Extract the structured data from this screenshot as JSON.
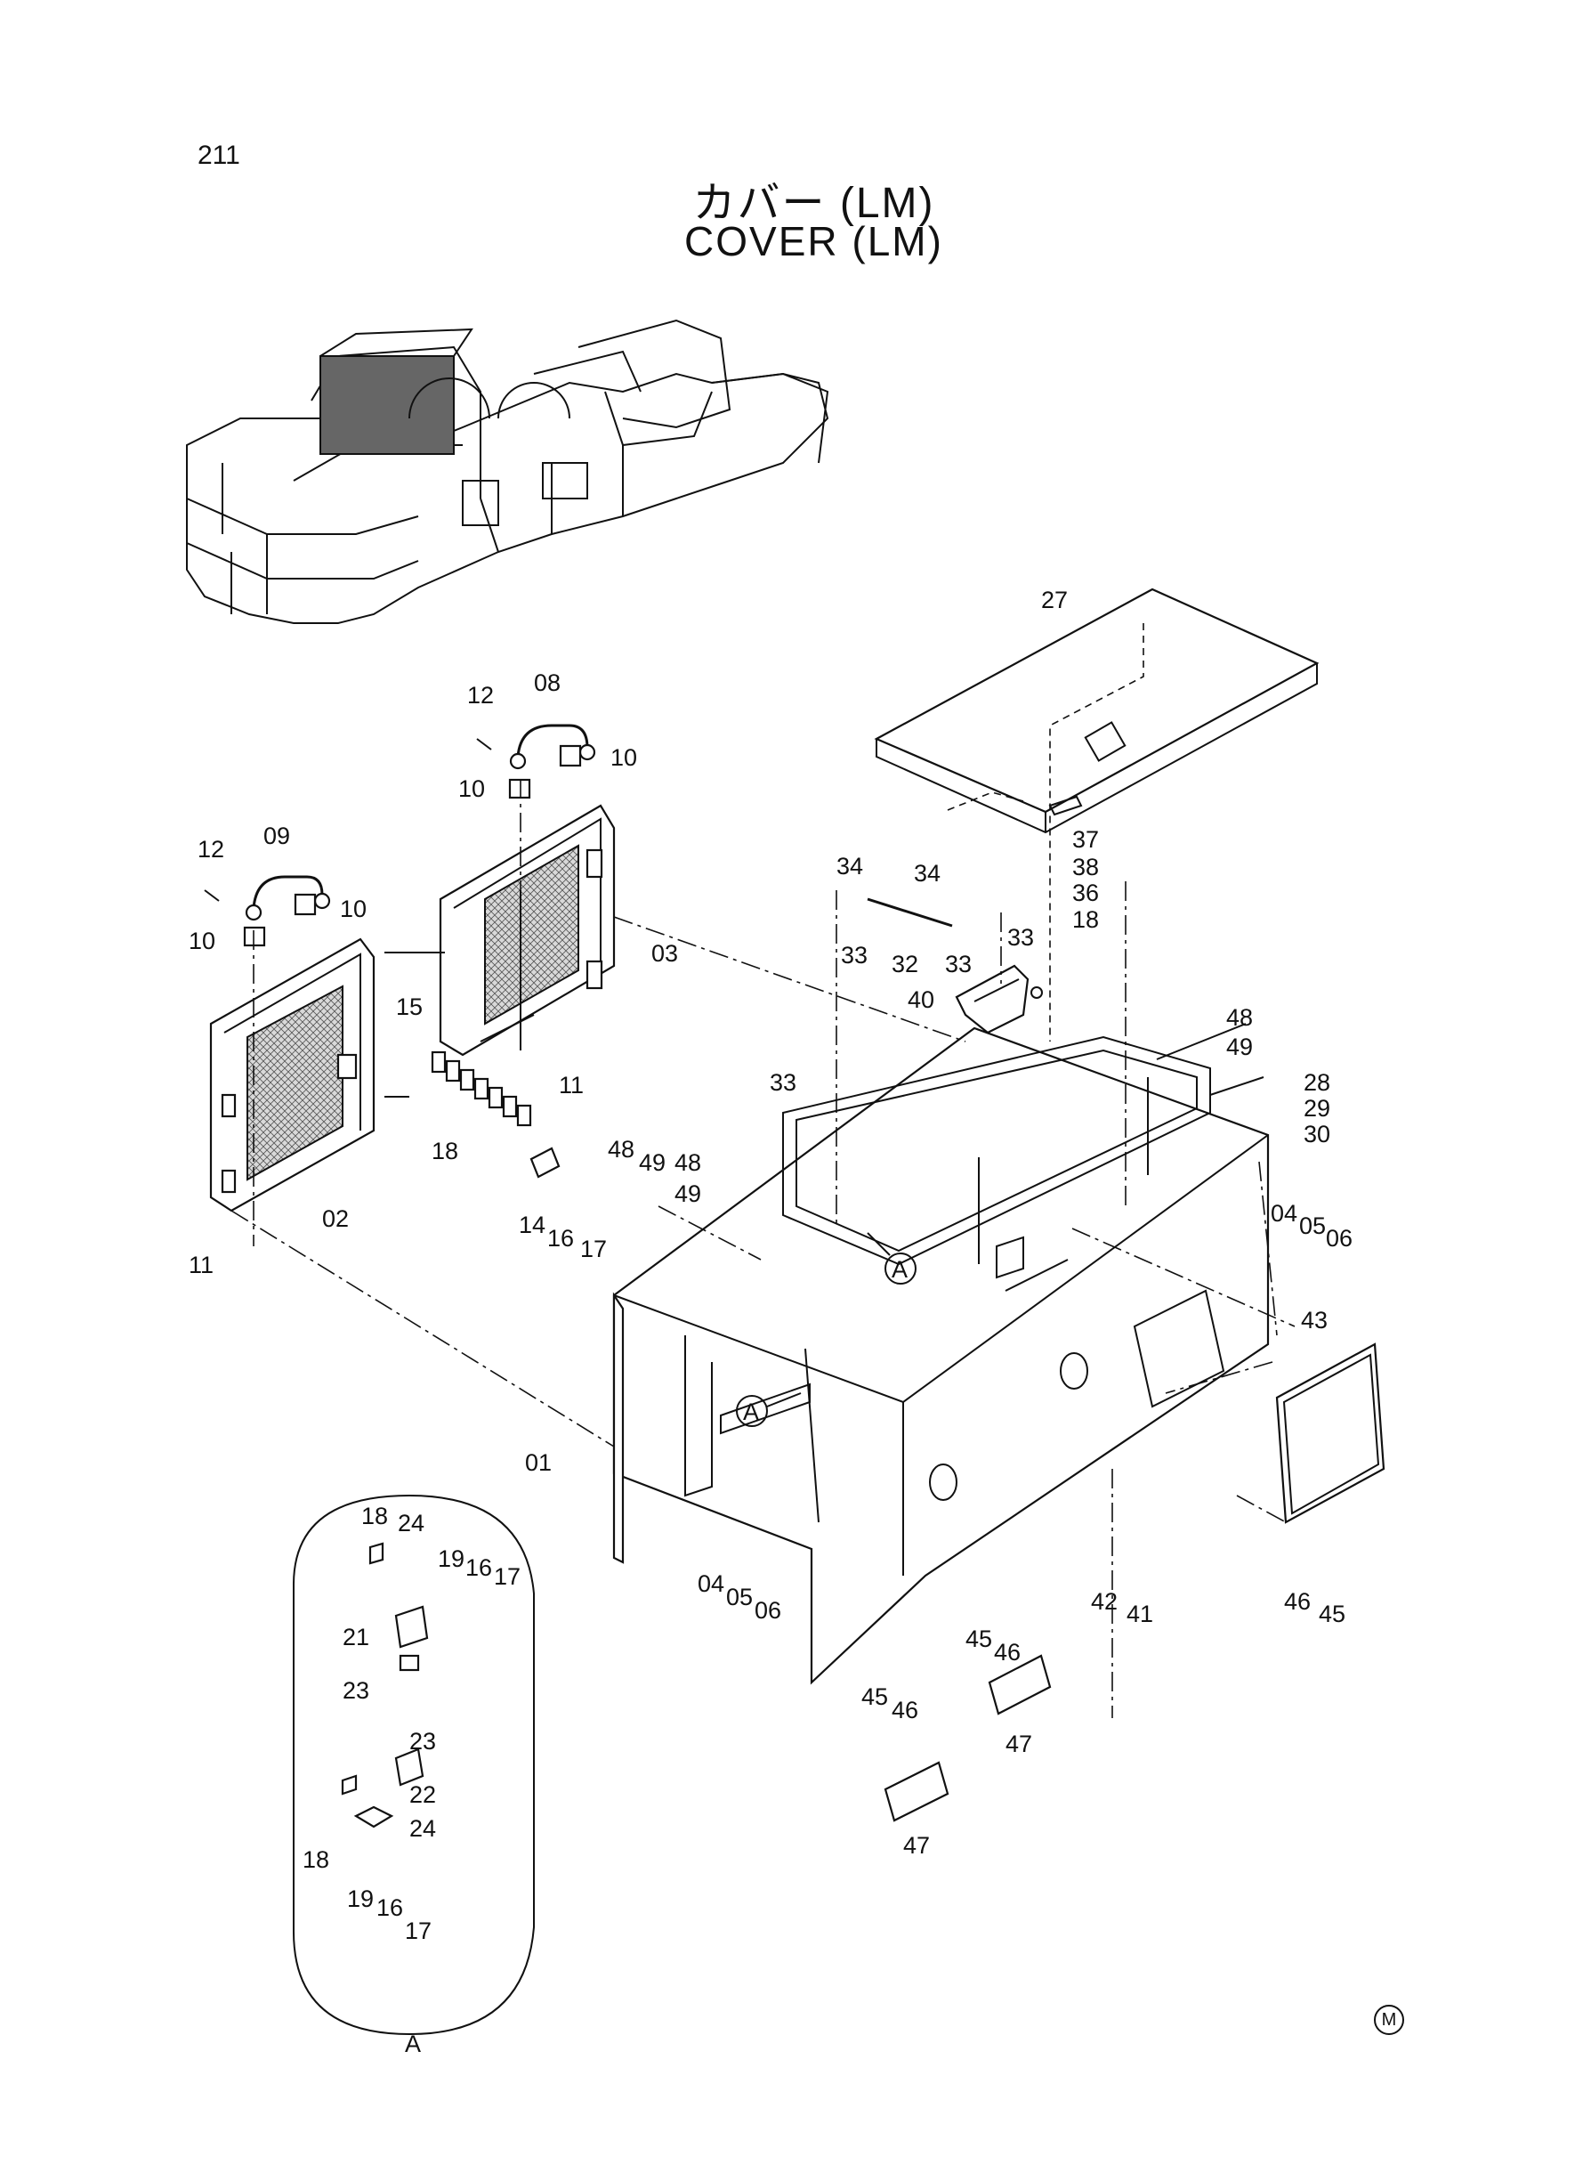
{
  "page_number": "211",
  "title_jp": "カバー (LM)",
  "title_en": "COVER (LM)",
  "corner_mark": "M",
  "detail": {
    "callout": "A",
    "detail_label": "A"
  },
  "parts": [
    {
      "id": "p27",
      "num": "27"
    },
    {
      "id": "p12a",
      "num": "12"
    },
    {
      "id": "p08",
      "num": "08"
    },
    {
      "id": "p10a",
      "num": "10"
    },
    {
      "id": "p10b",
      "num": "10"
    },
    {
      "id": "p12b",
      "num": "12"
    },
    {
      "id": "p09",
      "num": "09"
    },
    {
      "id": "p10c",
      "num": "10"
    },
    {
      "id": "p10d",
      "num": "10"
    },
    {
      "id": "p03",
      "num": "03"
    },
    {
      "id": "p15",
      "num": "15"
    },
    {
      "id": "p11a",
      "num": "11"
    },
    {
      "id": "p18a",
      "num": "18"
    },
    {
      "id": "p02",
      "num": "02"
    },
    {
      "id": "p11b",
      "num": "11"
    },
    {
      "id": "p14",
      "num": "14"
    },
    {
      "id": "p16a",
      "num": "16"
    },
    {
      "id": "p17a",
      "num": "17"
    },
    {
      "id": "p34a",
      "num": "34"
    },
    {
      "id": "p34b",
      "num": "34"
    },
    {
      "id": "p33a",
      "num": "33"
    },
    {
      "id": "p32",
      "num": "32"
    },
    {
      "id": "p33b",
      "num": "33"
    },
    {
      "id": "p33c",
      "num": "33"
    },
    {
      "id": "p37",
      "num": "37"
    },
    {
      "id": "p38",
      "num": "38"
    },
    {
      "id": "p36",
      "num": "36"
    },
    {
      "id": "p18b",
      "num": "18"
    },
    {
      "id": "p40",
      "num": "40"
    },
    {
      "id": "p48a",
      "num": "48"
    },
    {
      "id": "p49a",
      "num": "49"
    },
    {
      "id": "p28",
      "num": "28"
    },
    {
      "id": "p29",
      "num": "29"
    },
    {
      "id": "p30",
      "num": "30"
    },
    {
      "id": "p33d",
      "num": "33"
    },
    {
      "id": "p48b",
      "num": "48"
    },
    {
      "id": "p49b",
      "num": "49"
    },
    {
      "id": "p48c",
      "num": "48"
    },
    {
      "id": "p49c",
      "num": "49"
    },
    {
      "id": "p04a",
      "num": "04"
    },
    {
      "id": "p05a",
      "num": "05"
    },
    {
      "id": "p06a",
      "num": "06"
    },
    {
      "id": "p43",
      "num": "43"
    },
    {
      "id": "p01",
      "num": "01"
    },
    {
      "id": "p04b",
      "num": "04"
    },
    {
      "id": "p05b",
      "num": "05"
    },
    {
      "id": "p06b",
      "num": "06"
    },
    {
      "id": "p42",
      "num": "42"
    },
    {
      "id": "p41",
      "num": "41"
    },
    {
      "id": "p46a",
      "num": "46"
    },
    {
      "id": "p45a",
      "num": "45"
    },
    {
      "id": "p45b",
      "num": "45"
    },
    {
      "id": "p46b",
      "num": "46"
    },
    {
      "id": "p47a",
      "num": "47"
    },
    {
      "id": "p45c",
      "num": "45"
    },
    {
      "id": "p46c",
      "num": "46"
    },
    {
      "id": "p47b",
      "num": "47"
    },
    {
      "id": "p18c",
      "num": "18"
    },
    {
      "id": "p24a",
      "num": "24"
    },
    {
      "id": "p19a",
      "num": "19"
    },
    {
      "id": "p16b",
      "num": "16"
    },
    {
      "id": "p17b",
      "num": "17"
    },
    {
      "id": "p21",
      "num": "21"
    },
    {
      "id": "p23a",
      "num": "23"
    },
    {
      "id": "p23b",
      "num": "23"
    },
    {
      "id": "p22",
      "num": "22"
    },
    {
      "id": "p24b",
      "num": "24"
    },
    {
      "id": "p18d",
      "num": "18"
    },
    {
      "id": "p19b",
      "num": "19"
    },
    {
      "id": "p16c",
      "num": "16"
    },
    {
      "id": "p17c",
      "num": "17"
    }
  ]
}
